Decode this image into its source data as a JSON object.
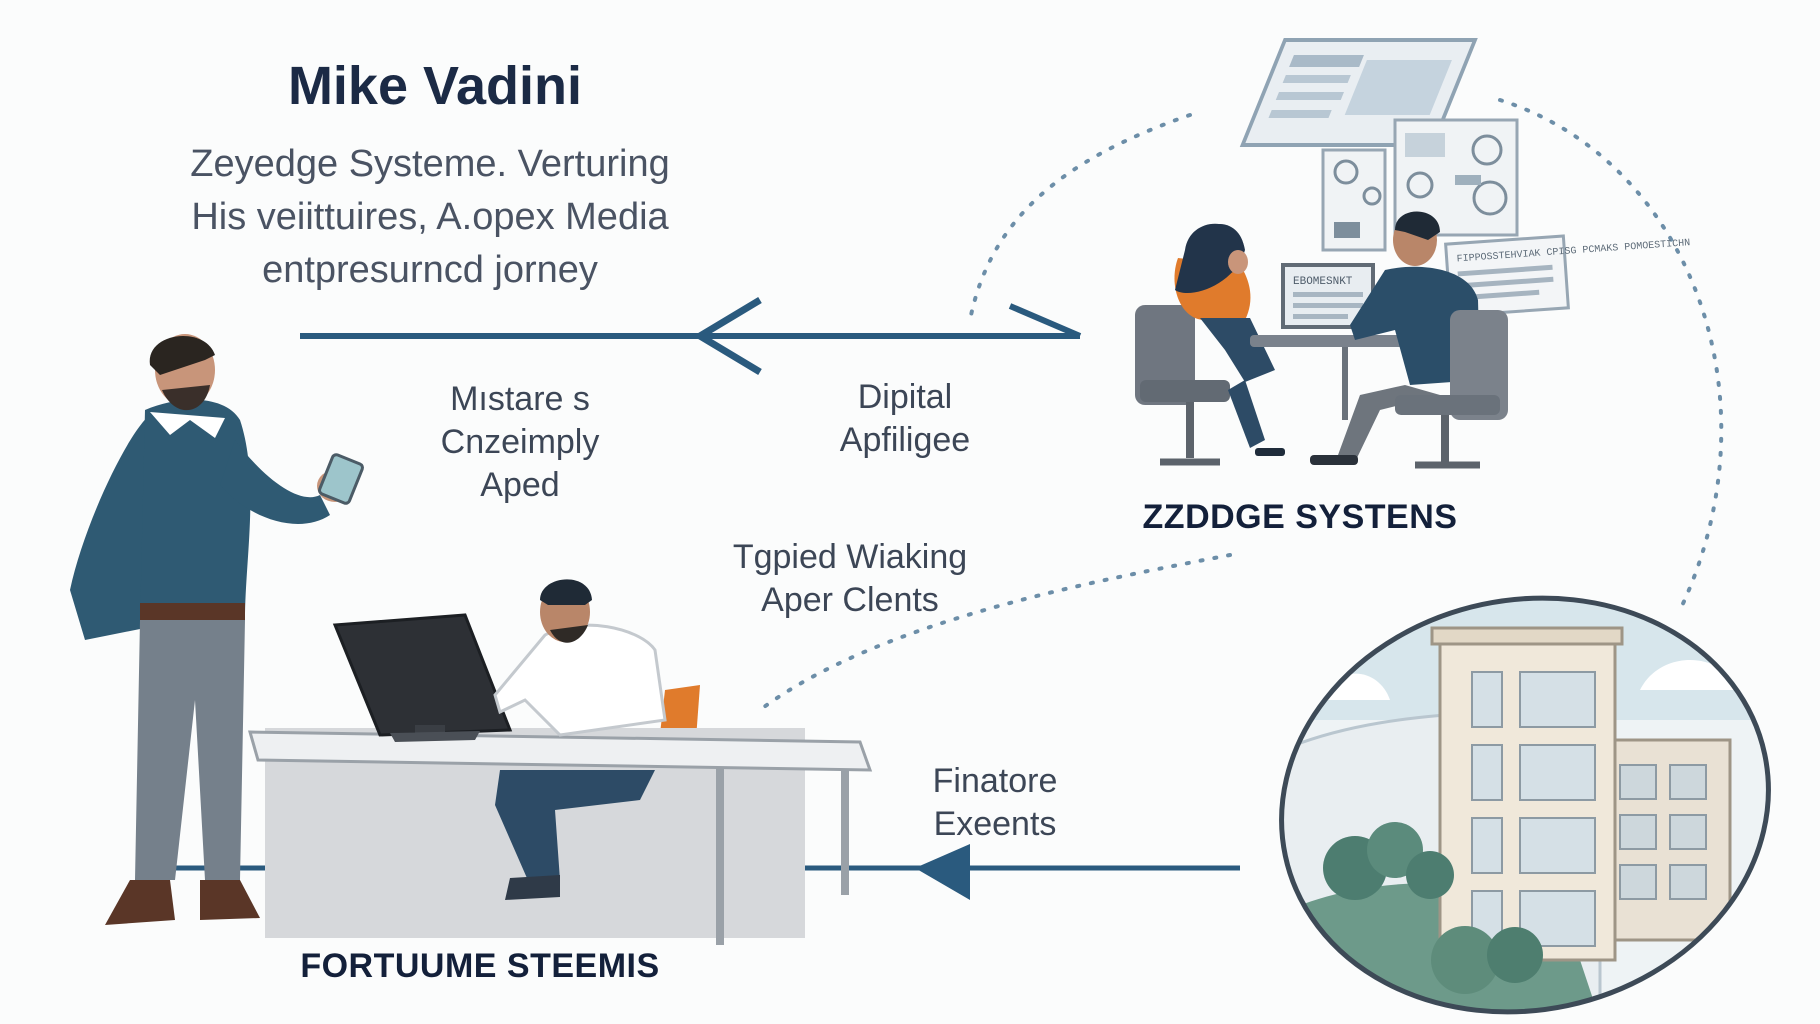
{
  "title": "Mike Vadini",
  "subtitle": {
    "line1": "Zeyedge Systeme. Verturing",
    "line2": "His veiittuires, A.opex Media",
    "line3": "entpresurncd jorney"
  },
  "labels": {
    "mistakes": {
      "line1": "Mıstare s",
      "line2": "Cnzeimply",
      "line3": "Aped"
    },
    "digital": {
      "line1": "Dipital",
      "line2": "Apfiligee"
    },
    "topped": {
      "line1": "Tgpied Wiaking",
      "line2": "Aper Clents"
    },
    "finatore": {
      "line1": "Finatore",
      "line2": "Exeents"
    }
  },
  "captions": {
    "zzddge": "ZZDDGE SYSTENS",
    "fortuume": "FORTUUME STEEMIS"
  },
  "screen_text": {
    "laptop": "EBOMESNKT",
    "panel": "FIPPOSSTEHVIAK CPISG PCMAKS POMOESTICHN"
  },
  "colors": {
    "arrow": "#2a5a7e",
    "shirt_blue": "#2f5a73",
    "orange": "#e07b2c",
    "dots": "#6c8ea8"
  }
}
